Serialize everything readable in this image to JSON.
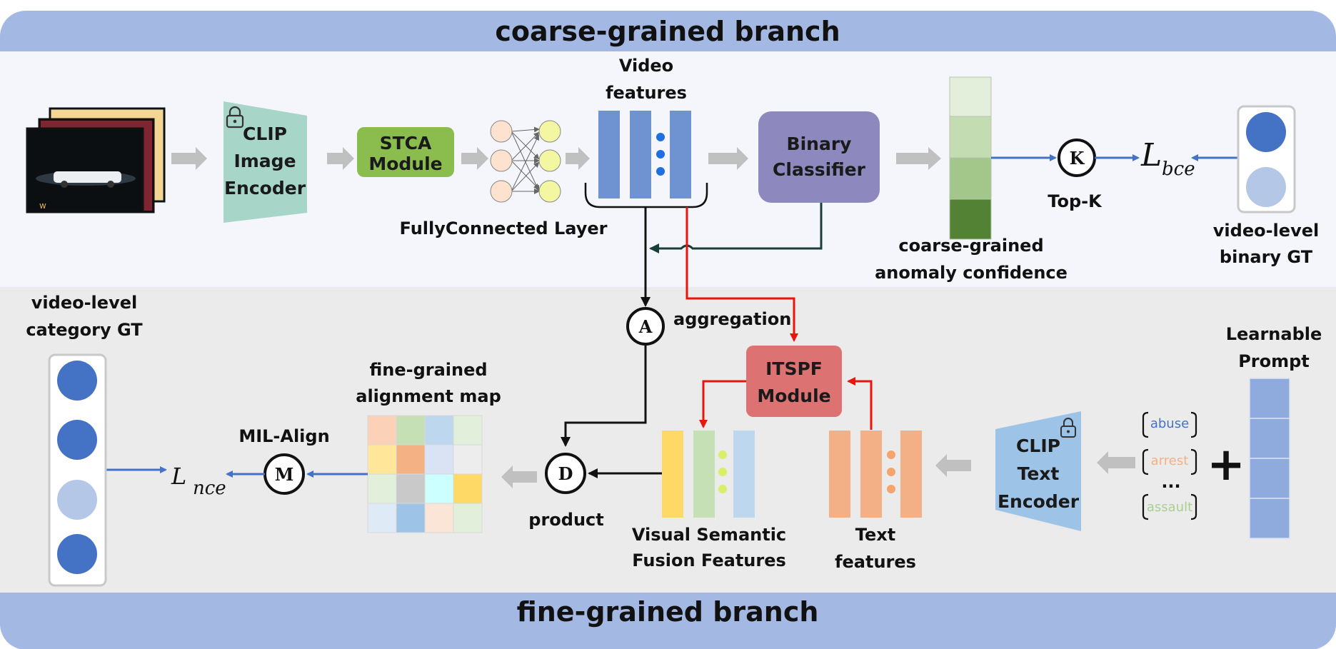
{
  "header": {
    "coarse_title": "coarse-grained branch",
    "fine_title": "fine-grained branch"
  },
  "coarse": {
    "clip_image_encoder": [
      "CLIP",
      "Image",
      "Encoder"
    ],
    "stca_module": [
      "STCA",
      "Module"
    ],
    "fc_layer_label": "FullyConnected Layer",
    "video_features_label": [
      "Video",
      "features"
    ],
    "binary_classifier": [
      "Binary",
      "Classifier"
    ],
    "confidence_label": [
      "coarse-grained",
      "anomaly confidence"
    ],
    "topk_symbol": "K",
    "topk_label": "Top-K",
    "loss_bce": {
      "main": "L",
      "sub": "bce"
    },
    "binary_gt_label": [
      "video-level",
      "binary GT"
    ]
  },
  "fine": {
    "category_gt_label": [
      "video-level",
      "category GT"
    ],
    "loss_nce": {
      "main": "L",
      "sub": "nce"
    },
    "mil_align_symbol": "M",
    "mil_align_label": "MIL-Align",
    "alignment_map_label": [
      "fine-grained",
      "alignment map"
    ],
    "product_symbol": "D",
    "product_label": "product",
    "aggregation_symbol": "A",
    "aggregation_label": "aggregation",
    "itspf_module": [
      "ITSPF",
      "Module"
    ],
    "vsff_label": [
      "Visual Semantic",
      "Fusion Features"
    ],
    "text_features_label": [
      "Text",
      "features"
    ],
    "clip_text_encoder": [
      "CLIP",
      "Text",
      "Encoder"
    ],
    "prompt_words": [
      "abuse",
      "arrest",
      "...",
      "assault"
    ],
    "plus": "+",
    "learnable_prompt_label": [
      "Learnable",
      "Prompt"
    ]
  },
  "colors": {
    "header_band": "#a3b8e3",
    "coarse_bg": "#f4f6fb",
    "fine_bg": "#ebebeb",
    "clip_encoder": "#a7d5c8",
    "stca": "#8bbd4e",
    "binary_classifier": "#8d88be",
    "itspf": "#dc7272",
    "feature_blue": "#6f93d1",
    "text_feature": "#f3b087",
    "arrow_blue": "#4472c4",
    "arrow_red": "#e8160c",
    "arrow_dark": "#193d3a"
  }
}
